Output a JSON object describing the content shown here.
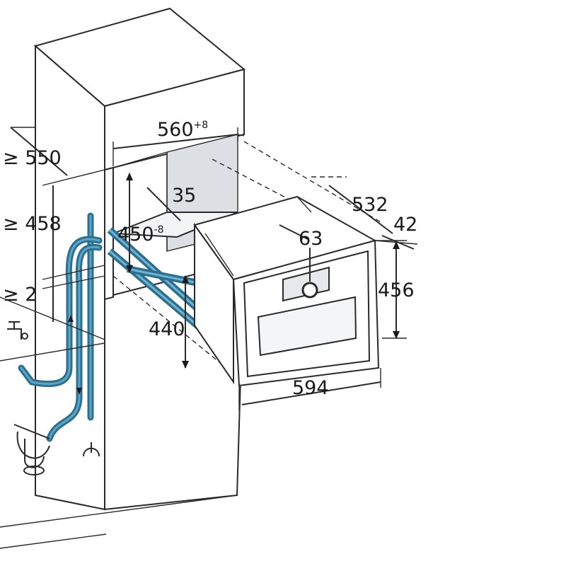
{
  "dimensions": {
    "niche_width": "560",
    "niche_width_tol": "+8",
    "cabinet_depth": "≥ 550",
    "niche_height": "≥ 458",
    "clearance": "≥ 2",
    "inner_depth": "35",
    "niche_inner_height": "450",
    "niche_inner_height_tol": "-8",
    "appliance_depth": "532",
    "front_depth": "42",
    "panel_offset": "63",
    "appliance_height": "456",
    "body_height": "440",
    "appliance_width": "594"
  },
  "colors": {
    "hose": "#2d6f8f",
    "hose_highlight": "#5aa6c7",
    "niche_back": "#dcdfe4",
    "line": "#2a2a2a"
  }
}
